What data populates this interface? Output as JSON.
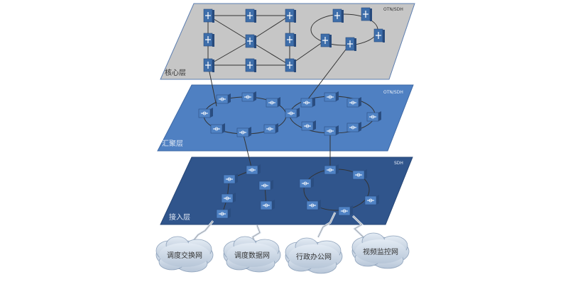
{
  "layers": {
    "core": {
      "label": "核心层",
      "tech": "OTN/SDH"
    },
    "aggregation": {
      "label": "汇聚层",
      "tech": "OTN/SDH"
    },
    "access": {
      "label": "接入层",
      "tech": "SDH"
    }
  },
  "clouds": [
    {
      "label": "调度交换网"
    },
    {
      "label": "调度数据网"
    },
    {
      "label": "行政办公网"
    },
    {
      "label": "视频监控网"
    }
  ],
  "colors": {
    "core_plane": "#c4c4c4",
    "aggregation_plane": "#4a7cc0",
    "access_plane": "#2f5286",
    "device": "#3a6aa8",
    "cloud": "#c9d6e6"
  }
}
